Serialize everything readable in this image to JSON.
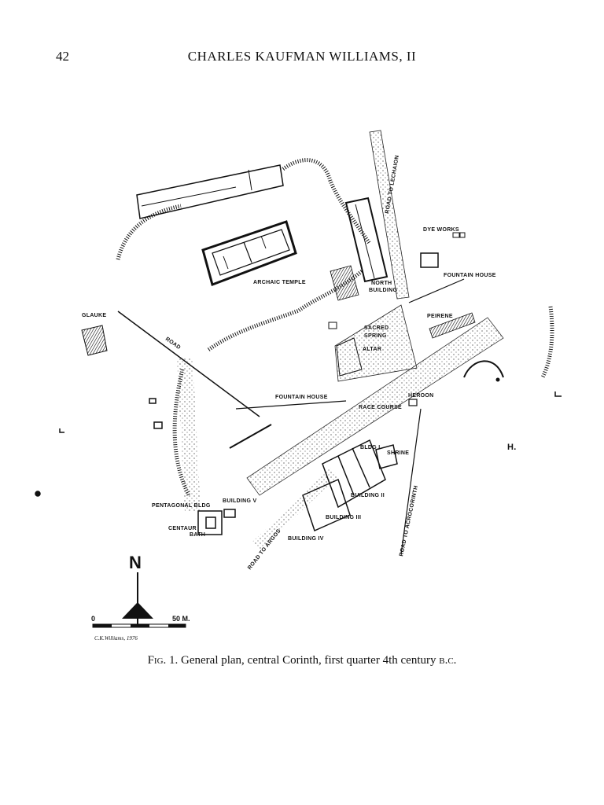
{
  "header": {
    "page_number": "42",
    "running_head": "CHARLES KAUFMAN WILLIAMS, II"
  },
  "map": {
    "labels": {
      "glauke": "GLAUKE",
      "road": "ROAD",
      "archaic_temple": "ARCHAIC TEMPLE",
      "north_building": "NORTH",
      "north_building_2": "BUILDING",
      "road_to_lechaion": "ROAD TO LECHAION",
      "dye_works": "DYE WORKS",
      "fountain_house_ne": "FOUNTAIN HOUSE",
      "peirene": "PEIRENE",
      "sacred_spring": "SACRED",
      "sacred_spring_2": "SPRING",
      "altar": "ALTAR",
      "fountain_house": "FOUNTAIN HOUSE",
      "race_course": "RACE COURSE",
      "heroon": "HEROON",
      "bldg_i": "BLDG I",
      "shrine": "SHRINE",
      "building_ii": "BUILDING II",
      "building_iii": "BUILDING III",
      "building_iv": "BUILDING IV",
      "building_v": "BUILDING V",
      "pentagonal_bldg": "PENTAGONAL BLDG",
      "centaur": "CENTAUR",
      "bath": "BATH",
      "road_to_argos": "ROAD TO ARGOS",
      "road_to_acrocorinth": "ROAD TO ACROCORINTH",
      "h_mark": "H."
    },
    "north_arrow": "N",
    "scale": {
      "start": "0",
      "end": "50 M."
    },
    "signature": "C.K.Williams, 1976"
  },
  "caption": {
    "fig": "Fig. 1.",
    "text": "General plan, central Corinth, first quarter 4th century",
    "era": "b.c."
  }
}
